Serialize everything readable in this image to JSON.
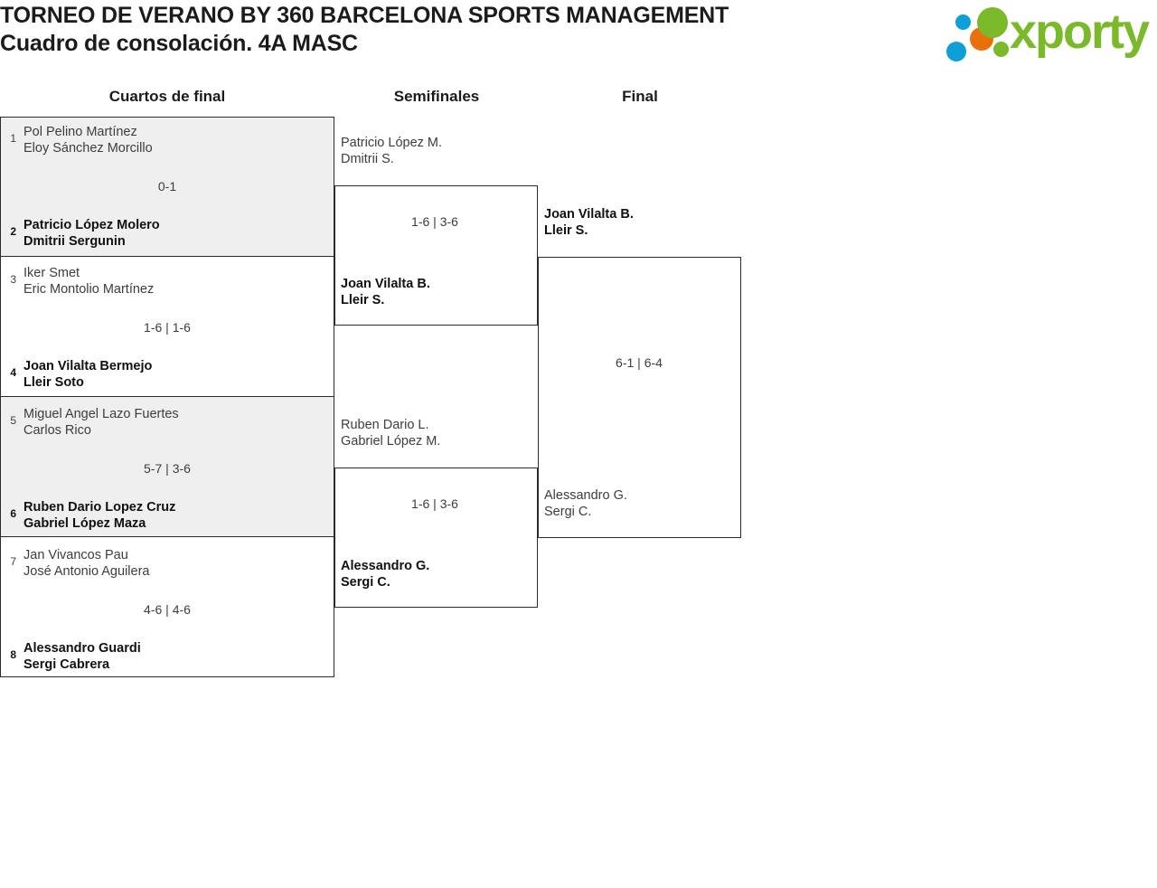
{
  "header": {
    "title_line1": "TORNEO DE VERANO BY 360 BARCELONA SPORTS MANAGEMENT",
    "title_line2": "Cuadro de consolación. 4A MASC",
    "logo": {
      "wordmark": "xporty",
      "colors": {
        "green": "#7ab929",
        "blue": "#0f9fd8",
        "orange": "#e8710a"
      },
      "dots": [
        {
          "name": "dot-blue-small",
          "color": "#0f9fd8"
        },
        {
          "name": "dot-blue-large",
          "color": "#0f9fd8"
        },
        {
          "name": "dot-orange",
          "color": "#e8710a"
        },
        {
          "name": "dot-green-large",
          "color": "#7ab929"
        },
        {
          "name": "dot-green-small",
          "color": "#7ab929"
        }
      ]
    }
  },
  "rounds": [
    {
      "id": "quarterfinals",
      "label": "Cuartos de final"
    },
    {
      "id": "semifinals",
      "label": "Semifinales"
    },
    {
      "id": "final",
      "label": "Final"
    }
  ],
  "quarterfinals": [
    {
      "score": "0-1",
      "top": {
        "seed": "1",
        "players": [
          "Pol Pelino Martínez",
          "Eloy Sánchez Morcillo"
        ],
        "winner": false
      },
      "bottom": {
        "seed": "2",
        "players": [
          "Patricio López Molero",
          "Dmitrii Sergunin"
        ],
        "winner": true
      }
    },
    {
      "score": "1-6 | 1-6",
      "top": {
        "seed": "3",
        "players": [
          "Iker Smet",
          "Eric Montolio Martínez"
        ],
        "winner": false
      },
      "bottom": {
        "seed": "4",
        "players": [
          "Joan Vilalta Bermejo",
          "Lleir Soto"
        ],
        "winner": true
      }
    },
    {
      "score": "5-7 | 3-6",
      "top": {
        "seed": "5",
        "players": [
          "Miguel Angel Lazo Fuertes",
          "Carlos Rico"
        ],
        "winner": false
      },
      "bottom": {
        "seed": "6",
        "players": [
          "Ruben Dario Lopez Cruz",
          "Gabriel López Maza"
        ],
        "winner": true
      }
    },
    {
      "score": "4-6 | 4-6",
      "top": {
        "seed": "7",
        "players": [
          "Jan Vivancos Pau",
          "José Antonio Aguilera"
        ],
        "winner": false
      },
      "bottom": {
        "seed": "8",
        "players": [
          "Alessandro Guardi",
          "Sergi Cabrera"
        ],
        "winner": true
      }
    }
  ],
  "semifinals": [
    {
      "score": "1-6 | 3-6",
      "top": {
        "players": [
          "Patricio López M.",
          "Dmitrii S."
        ],
        "winner": false
      },
      "bottom": {
        "players": [
          "Joan Vilalta B.",
          "Lleir S."
        ],
        "winner": true
      }
    },
    {
      "score": "1-6 | 3-6",
      "top": {
        "players": [
          "Ruben Dario L.",
          "Gabriel López M."
        ],
        "winner": false
      },
      "bottom": {
        "players": [
          "Alessandro G.",
          "Sergi C."
        ],
        "winner": true
      }
    }
  ],
  "final": {
    "score": "6-1 | 6-4",
    "top": {
      "players": [
        "Joan Vilalta B.",
        "Lleir S."
      ],
      "winner": true
    },
    "bottom": {
      "players": [
        "Alessandro G.",
        "Sergi C."
      ],
      "winner": false
    }
  }
}
